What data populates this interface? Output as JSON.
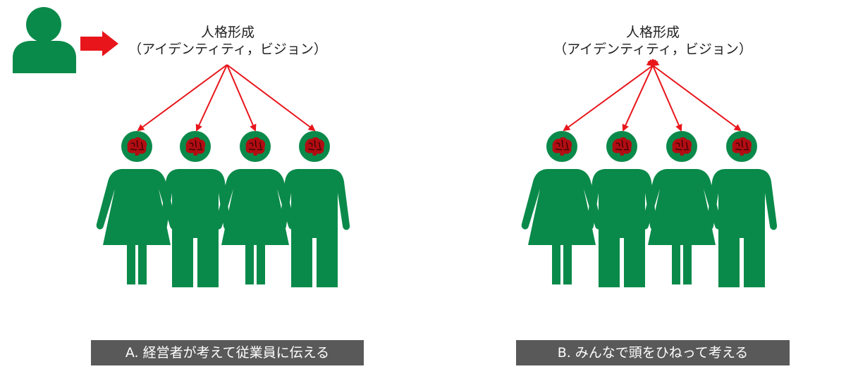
{
  "panel_a": {
    "title_line1": "人格形成",
    "title_line2": "（アイデンティティ，ビジョン）",
    "caption": "A. 経営者が考えて従業員に伝える",
    "arrow_direction": "outward"
  },
  "panel_b": {
    "title_line1": "人格形成",
    "title_line2": "（アイデンティティ，ビジョン）",
    "caption": "B. みんなで頭をひねって考える",
    "arrow_direction": "inward"
  },
  "colors": {
    "figure_green": "#0a8a4a",
    "arrow_red": "#e8151b",
    "brain_red": "#b10d12",
    "caption_bg": "#595959",
    "caption_text": "#ffffff"
  },
  "icons": [
    "person-icon",
    "right-arrow-icon",
    "woman-figure-icon",
    "man-figure-icon",
    "brain-icon"
  ]
}
